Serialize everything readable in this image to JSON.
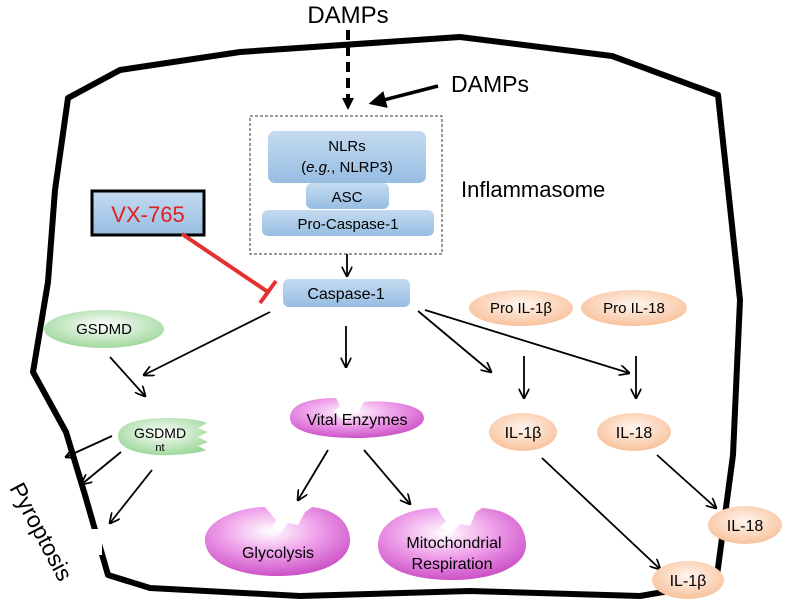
{
  "labels": {
    "damps_top": "DAMPs",
    "damps_side": "DAMPs",
    "nlrs_line1": "NLRs",
    "nlrs_eg": "e.g.",
    "nlrs_suffix": ", NLRP3)",
    "asc": "ASC",
    "pro_caspase1": "Pro-Caspase-1",
    "inflammasome": "Inflammasome",
    "inhibitor": "VX-765",
    "caspase1": "Caspase-1",
    "gsdmd": "GSDMD",
    "gsdmd_nt_main": "GSDMD",
    "gsdmd_nt_sub": "nt",
    "vital_enzymes": "Vital Enzymes",
    "glycolysis": "Glycolysis",
    "mito_line1": "Mitochondrial",
    "mito_line2": "Respiration",
    "pro_il1b": "Pro IL-1β",
    "pro_il18": "Pro IL-18",
    "il1b_in": "IL-1β",
    "il18_in": "IL-18",
    "il18_out": "IL-18",
    "il1b_out": "IL-1β",
    "pyroptosis": "Pyroptosis"
  },
  "colors": {
    "blue_box": "#a9c8e6",
    "green": "#b7e4b5",
    "magenta": "#d967d4",
    "peach": "#fbd3b8",
    "inhibitor_text": "#e02020",
    "inhibit_line": "#e53030"
  }
}
